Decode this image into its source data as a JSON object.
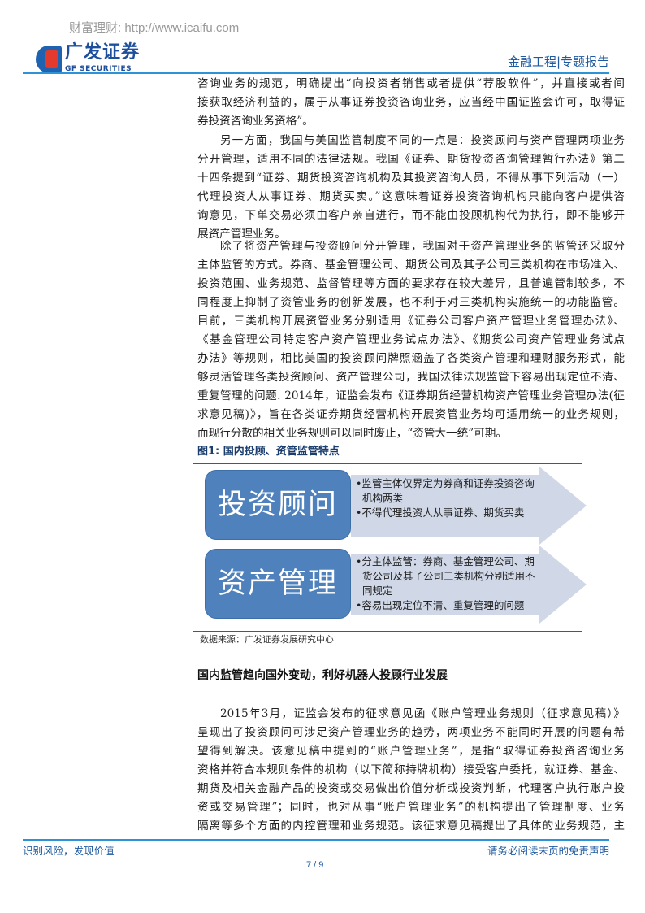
{
  "watermark": "财富理财: http://www.icaifu.com",
  "header": {
    "logo_cn": "广发证券",
    "logo_en": "GF SECURITIES",
    "section": "金融工程|专题报告"
  },
  "paragraphs": [
    [
      "咨询业务的规范，明确提出“向投资者销售或者提供“荐股软件”，并直接或者间",
      "接获取经济利益的，属于从事证券投资咨询业务，应当经中国证监会许可，取得证",
      "券投资咨询业务资格”。"
    ],
    [
      "另一方面，我国与美国监管制度不同的一点是：投资顾问与资产管理两项业务",
      "分开管理，适用不同的法律法规。我国《证券、期货投资咨询管理暂行办法》第二",
      "十四条提到“证券、期货投资咨询机构及其投资咨询人员，不得从事下列活动（一）",
      "代理投资人从事证券、期货买卖。”这意味着证券投资咨询机构只能向客户提供咨",
      "询意见，下单交易必须由客户亲自进行，而不能由投顾机构代为执行，即不能够开",
      "展资产管理业务。"
    ],
    [
      "除了将资产管理与投资顾问分开管理，我国对于资产管理业务的监管还采取分",
      "主体监管的方式。券商、基金管理公司、期货公司及其子公司三类机构在市场准入、",
      "投资范围、业务规范、监督管理等方面的要求存在较大差异，且普遍管制较多，不",
      "同程度上抑制了资管业务的创新发展，也不利于对三类机构实施统一的功能监管。",
      "目前，三类机构开展资管业务分别适用《证券公司客户资产管理业务管理办法》、",
      "《基金管理公司特定客户资产管理业务试点办法》、《期货公司资产管理业务试点",
      "办法》等规则，相比美国的投资顾问牌照涵盖了各类资产管理和理财服务形式，能",
      "够灵活管理各类投资顾问、资产管理公司，我国法律法规监管下容易出现定位不清、",
      "重复管理的问题. 2014年，证监会发布《证券期货经营机构资产管理业务管理办法(征",
      "求意见稿)》，旨在各类证券期货经营机构开展资管业务均可适用统一的业务规则，",
      "而现行分散的相关业务规则可以同时废止，“资管大一统”可期。"
    ]
  ],
  "figure": {
    "title": "图1:  国内投顾、资管监管特点",
    "rows": [
      {
        "label": "投资顾问",
        "bullets": [
          "•监管主体仅界定为券商和证券投资咨询机构两类",
          "•不得代理投资人从事证券、期货买卖"
        ]
      },
      {
        "label": "资产管理",
        "bullets": [
          "•分主体监管：券商、基金管理公司、期货公司及其子公司三类机构分别适用不同规定",
          "•容易出现定位不清、重复管理的问题"
        ]
      }
    ],
    "source": "数据来源：广发证券发展研究中心",
    "colors": {
      "box": "#4f81bd",
      "arrow": "#d0d8e8"
    }
  },
  "heading": "国内监管趋向国外变动，利好机器人投顾行业发展",
  "paragraph4": [
    "2015年3月，证监会发布的征求意见函《账户管理业务规则（征求意见稿）》",
    "呈现出了投资顾问可涉足资产管理业务的趋势，两项业务不能同时开展的问题有希",
    "望得到解决。该意见稿中提到的“账户管理业务”，是指“取得证券投资咨询业务",
    "资格并符合本规则条件的机构（以下简称持牌机构）接受客户委托，就证券、基金、",
    "期货及相关金融产品的投资或交易做出价值分析或投资判断，代理客户执行账户投",
    "资或交易管理”；同时，也对从事“账户管理业务”的机构提出了管理制度、业务",
    "隔离等多个方面的内控管理和业务规范。该征求意见稿提出了具体的业务规范，主"
  ],
  "footer": {
    "left": "识别风险，发现价值",
    "right": "请务必阅读末页的免责声明",
    "page": "7 / 9"
  }
}
